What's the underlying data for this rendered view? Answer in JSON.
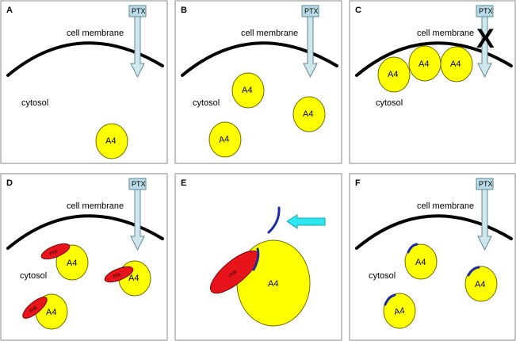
{
  "labels": {
    "membrane": "cell membrane",
    "cytosol": "cytosol",
    "ptx": "PTX",
    "a4": "A4",
    "fhit": "Fhit",
    "block_mark": "X"
  },
  "panels": [
    {
      "letter": "A"
    },
    {
      "letter": "B"
    },
    {
      "letter": "C"
    },
    {
      "letter": "D"
    },
    {
      "letter": "E"
    },
    {
      "letter": "F"
    }
  ],
  "colors": {
    "a4": "#ffff00",
    "fhit": "#e8141b",
    "ptx": "#b9dbe5",
    "blue_segment": "#1a2aa8",
    "pointer_arrow": "#2ce6f0"
  }
}
